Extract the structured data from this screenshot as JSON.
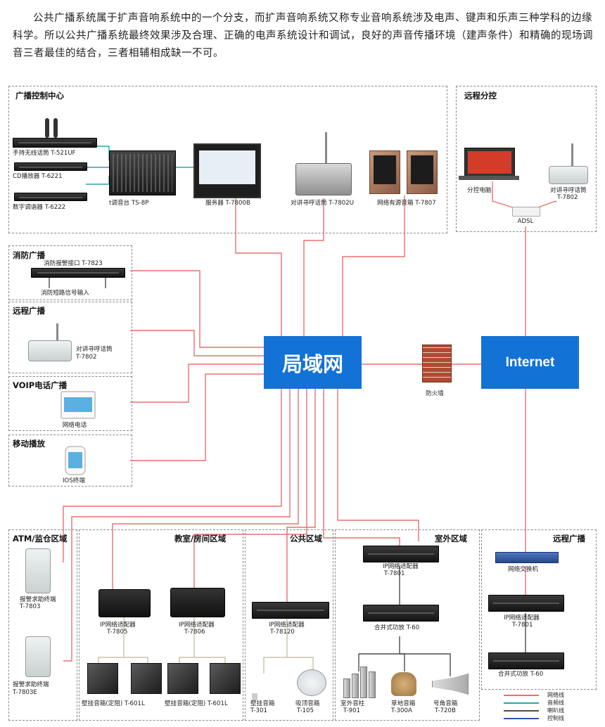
{
  "intro": "公共广播系统属于扩声音响系统中的一个分支，而扩声音响系统又称专业音响系统涉及电声、键声和乐声三种学科的边缘科学。所以公共广播系统最终效果涉及合理、正确的电声系统设计和调试，良好的声音传播环境（建声条件）和精确的现场调音三者最佳的结合，三者相辅相成缺一不可。",
  "colors": {
    "network": "#e8706e",
    "audio": "#2aa7a7",
    "speaker": "#4c4c4c",
    "control": "#2c55a8",
    "hub": "#1272d6",
    "dash": "#8a8a8a"
  },
  "hubs": {
    "lan": "局域网",
    "internet": "Internet",
    "firewall": "防火墙"
  },
  "regions": {
    "control_center": {
      "title": "广播控制中心",
      "devices": {
        "mic": "手持无线话筒 T-521UF",
        "cd": "CD播放器 T-6221",
        "tuner": "数字调谐器 T-6222",
        "mixer": "t调音台 TS-8P",
        "server": "服务器 T-7800B",
        "intercom": "对讲寻呼话筒 T-7802U",
        "active_speaker": "网络有源音箱 T-7807"
      }
    },
    "remote_control": {
      "title": "远程分控",
      "pc": "分控电脑",
      "intercom": "对讲寻呼话筒",
      "intercom_model": "T-7802",
      "adsl": "ADSL"
    },
    "fire": {
      "title": "消防广播",
      "device": "消防报警接口  T-7823",
      "input": "消防短路信号输入"
    },
    "remote_broadcast_left": {
      "title": "远程广播",
      "device": "对讲寻呼话筒",
      "model": "T-7802"
    },
    "voip": {
      "title": "VOIP电话广播",
      "device": "网络电话"
    },
    "mobile": {
      "title": "移动播放",
      "device": "IOS终端"
    },
    "atm": {
      "title": "ATM/监仓区域",
      "term1": "报警求助终端",
      "term1_model": "T-7803",
      "term2": "报警求助终端",
      "term2_model": "T-7803E"
    },
    "classroom": {
      "title": "教室/房间区域",
      "adapter1": "IP网络适配器",
      "adapter1_model": "T-7805",
      "adapter2": "IP网络适配器",
      "adapter2_model": "T-7806",
      "speaker1": "壁挂音箱(定阻) T-601L",
      "speaker2": "壁挂音箱(定阻) T-601L"
    },
    "public": {
      "title": "公共区域",
      "adapter": "IP网络适配器",
      "adapter_model": "T-78120",
      "wall": "壁挂音箱",
      "wall_model": "T-301",
      "ceiling": "吸顶音箱",
      "ceiling_model": "T-105"
    },
    "outdoor": {
      "title": "室外区域",
      "adapter": "IP网络适配器",
      "adapter_model": "T-7801",
      "amp": "合并式功放  T-60",
      "column": "室外音柱",
      "column_model": "T-901",
      "lawn": "草地音箱",
      "lawn_model": "T-300A",
      "horn": "号角音箱",
      "horn_model": "T-720B"
    },
    "remote_broadcast_right": {
      "title": "远程广播",
      "switch": "网络交换机",
      "adapter": "IP网络适配器",
      "adapter_model": "T-7801",
      "amp": "合并式功放  T-60"
    }
  },
  "legend": [
    "网络线",
    "音频线",
    "喇叭线",
    "控制线"
  ]
}
